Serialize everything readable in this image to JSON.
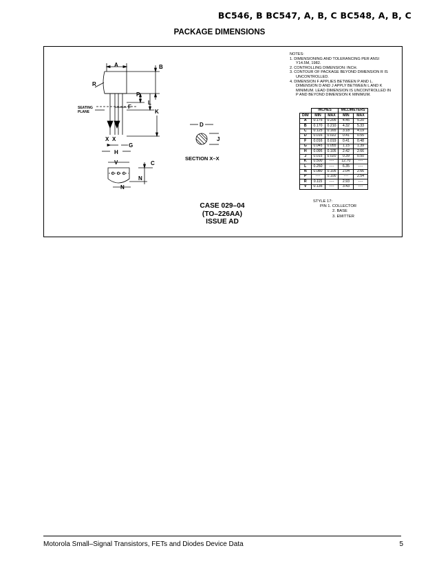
{
  "header": {
    "part_numbers": "BC546, B BC547, A, B, C BC548, A, B, C"
  },
  "page_title": "PACKAGE DIMENSIONS",
  "drawing_labels": {
    "A": "A",
    "B": "B",
    "R": "R",
    "P": "P",
    "L": "L",
    "F": "F",
    "K": "K",
    "X1": "X",
    "X2": "X",
    "G": "G",
    "H": "H",
    "V": "V",
    "C": "C",
    "N1": "N",
    "N2": "N",
    "D": "D",
    "J": "J",
    "seating1": "SEATING",
    "seating2": "PLANE"
  },
  "section_label": "SECTION X–X",
  "notes": {
    "heading": "NOTES:",
    "items": [
      "1. DIMENSIONING AND TOLERANCING PER ANSI Y14.5M, 1982.",
      "2. CONTROLLING DIMENSION: INCH.",
      "3. CONTOUR OF PACKAGE BEYOND DIMENSION R IS UNCONTROLLED.",
      "4. DIMENSION F APPLIES BETWEEN P AND L. DIMENSION D AND J APPLY BETWEEN L AND K MINIMUM. LEAD DIMENSION IS UNCONTROLLED IN P AND BEYOND DIMENSION K MINIMUM."
    ]
  },
  "dimensions_table": {
    "group_headers": [
      "INCHES",
      "MILLIMETERS"
    ],
    "columns": [
      "DIM",
      "MIN",
      "MAX",
      "MIN",
      "MAX"
    ],
    "rows": [
      [
        "A",
        "0.175",
        "0.205",
        "4.45",
        "5.20"
      ],
      [
        "B",
        "0.170",
        "0.210",
        "4.32",
        "5.33"
      ],
      [
        "C",
        "0.125",
        "0.165",
        "3.18",
        "4.19"
      ],
      [
        "D",
        "0.016",
        "0.022",
        "0.41",
        "0.55"
      ],
      [
        "F",
        "0.016",
        "0.019",
        "0.41",
        "0.48"
      ],
      [
        "G",
        "0.045",
        "0.055",
        "1.15",
        "1.39"
      ],
      [
        "H",
        "0.095",
        "0.105",
        "2.42",
        "2.66"
      ],
      [
        "J",
        "0.015",
        "0.020",
        "0.39",
        "0.50"
      ],
      [
        "K",
        "0.500",
        "----",
        "12.70",
        "----"
      ],
      [
        "L",
        "0.250",
        "----",
        "6.35",
        "----"
      ],
      [
        "N",
        "0.080",
        "0.105",
        "2.04",
        "2.66"
      ],
      [
        "P",
        "----",
        "0.100",
        "----",
        "2.54"
      ],
      [
        "R",
        "0.115",
        "----",
        "2.93",
        "----"
      ],
      [
        "V",
        "0.135",
        "----",
        "3.43",
        "----"
      ]
    ]
  },
  "style": {
    "heading": "STYLE 17:",
    "pin1": "PIN 1.   COLLECTOR",
    "pin2": "2.   BASE",
    "pin3": "3.   EMITTER"
  },
  "case": {
    "line1": "CASE 029–04",
    "line2": "(TO–226AA)",
    "line3": "ISSUE AD"
  },
  "footer": {
    "left": "Motorola Small–Signal Transistors, FETs and Diodes Device Data",
    "page": "5"
  }
}
